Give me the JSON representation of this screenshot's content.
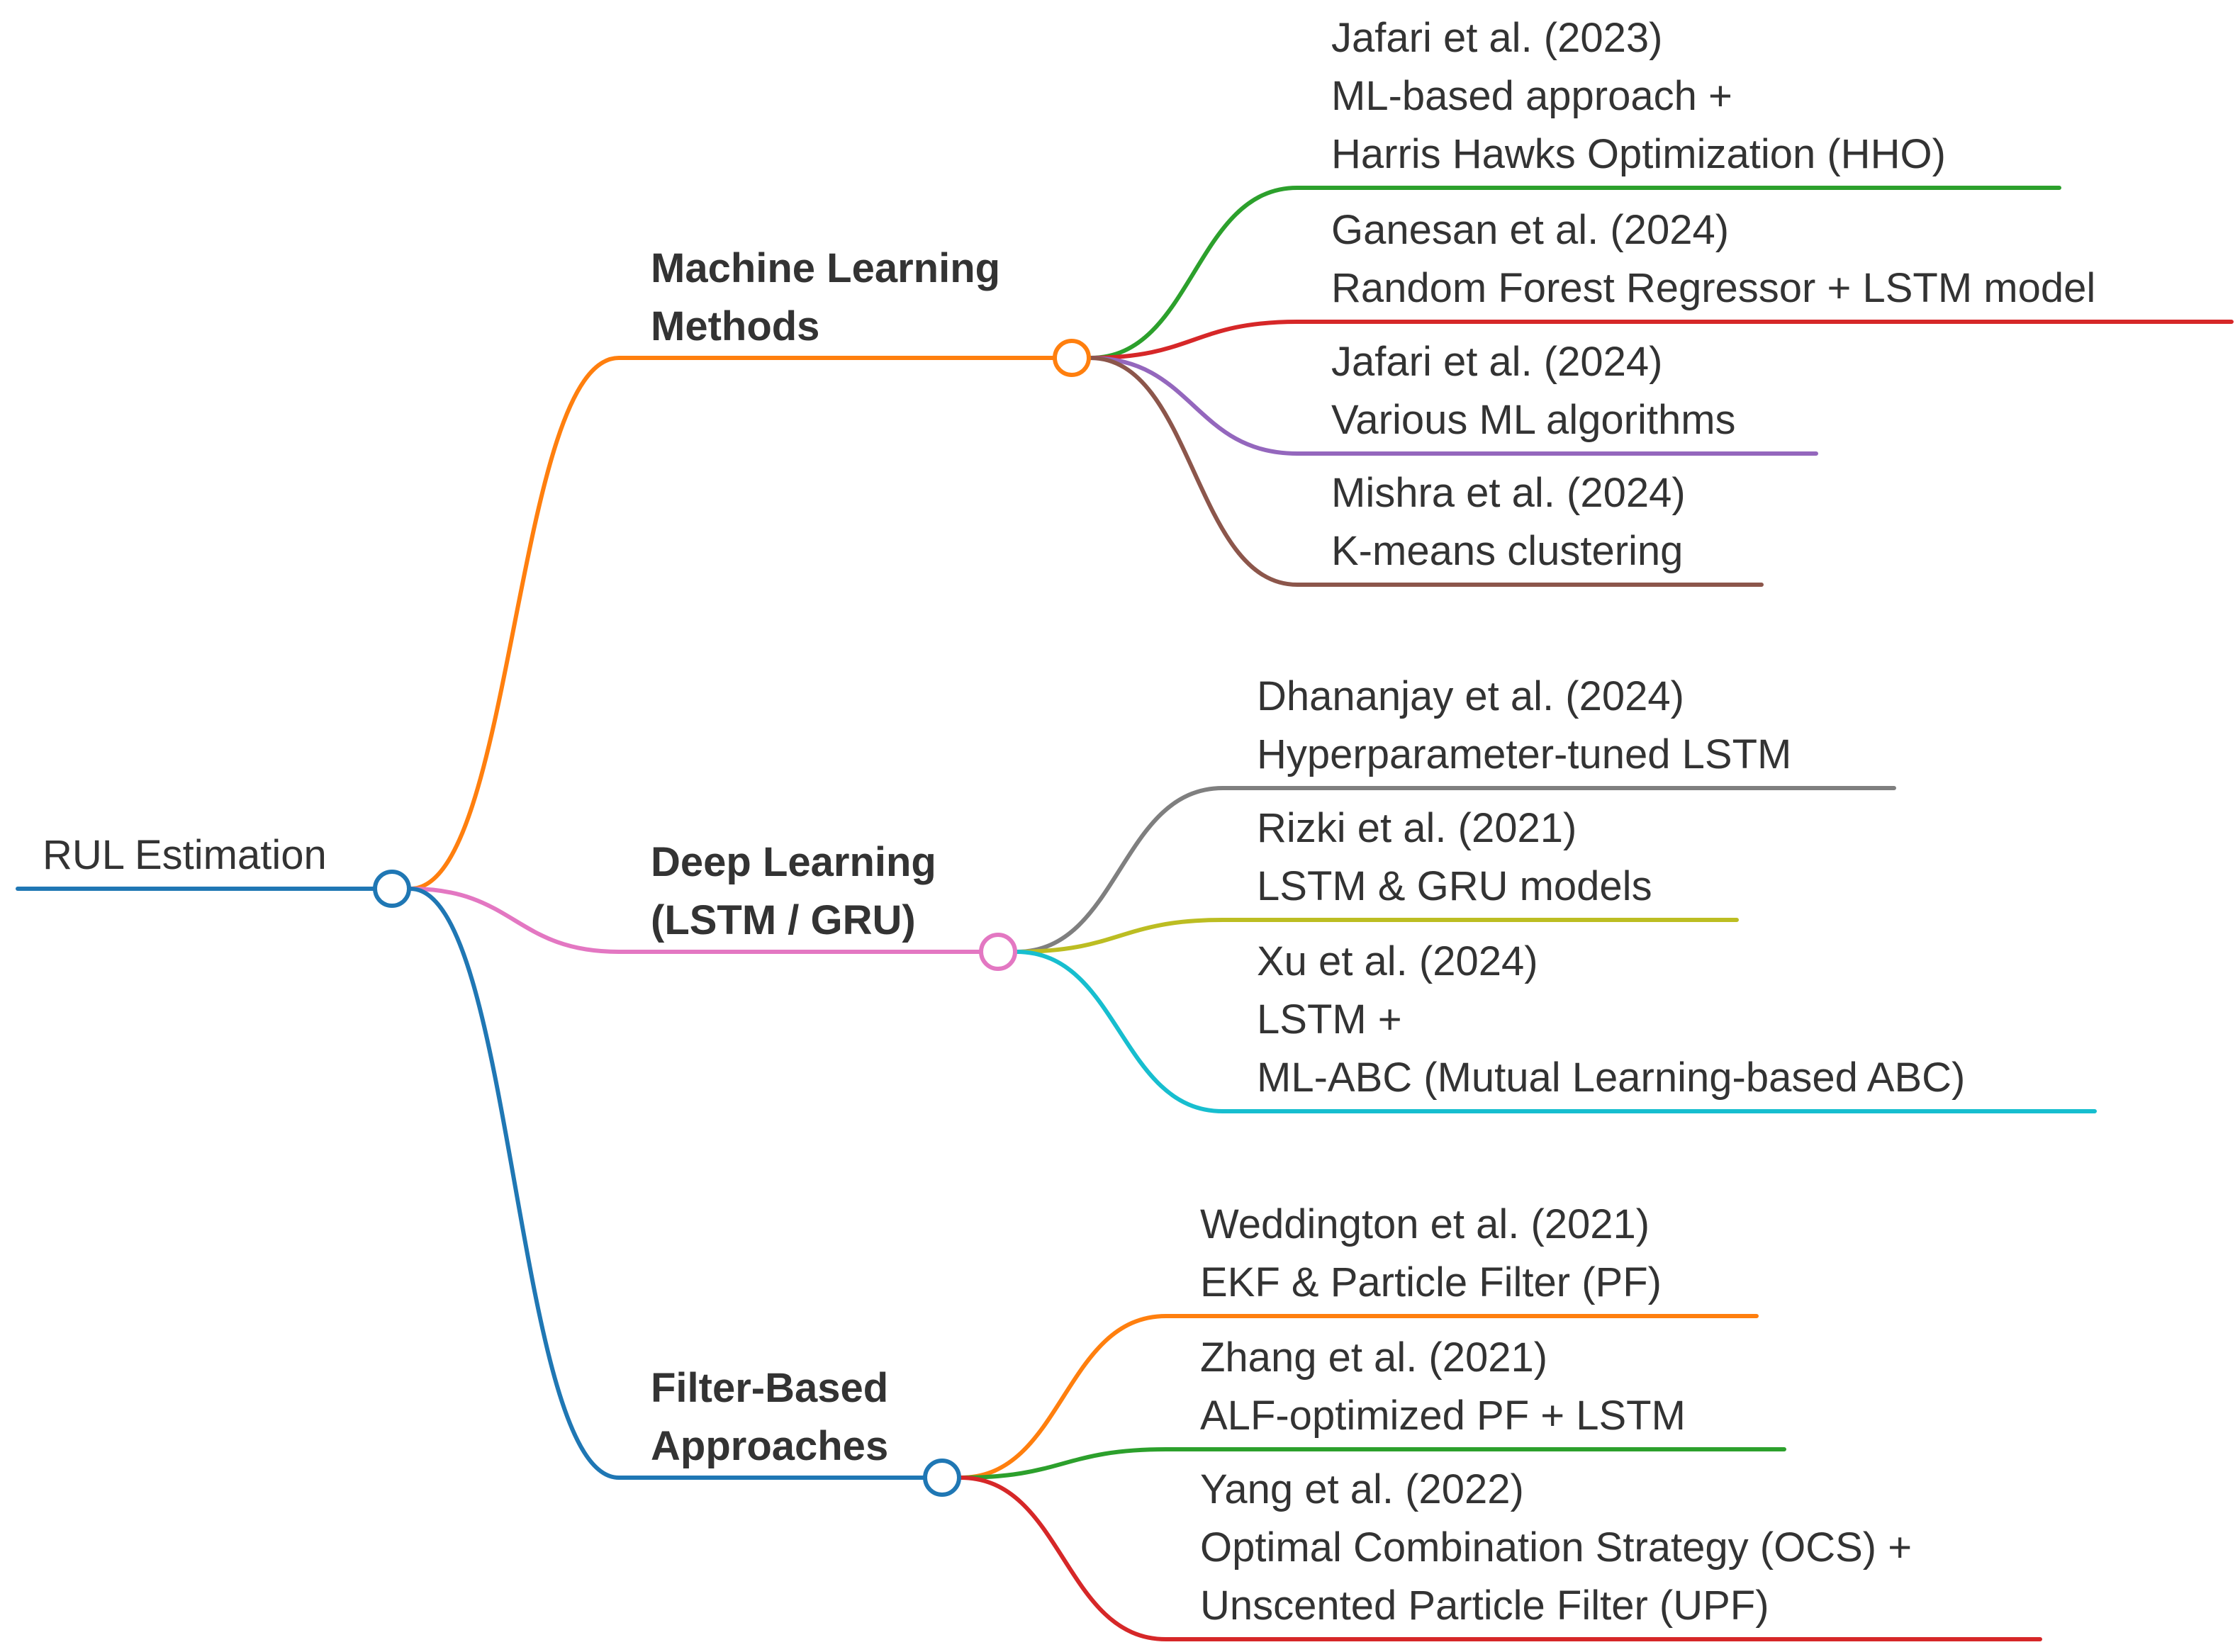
{
  "colors": {
    "root": "#1f77b4",
    "ml": "#ff7f0e",
    "dl": "#e377c2",
    "filter": "#1f77b4",
    "green": "#2ca02c",
    "red": "#d62728",
    "purple": "#9467bd",
    "brown": "#8c564b",
    "gray": "#7f7f7f",
    "olive": "#bcbd22",
    "cyan": "#17becf",
    "orange": "#ff7f0e"
  },
  "root": {
    "label": "RUL Estimation"
  },
  "branches": [
    {
      "id": "ml",
      "color_key": "ml",
      "label_lines": [
        "Machine Learning",
        "Methods"
      ],
      "children": [
        {
          "color_key": "green",
          "lines": [
            "Jafari et al. (2023)",
            "ML-based approach +",
            "Harris Hawks Optimization (HHO)"
          ]
        },
        {
          "color_key": "red",
          "lines": [
            "Ganesan et al. (2024)",
            "Random Forest Regressor + LSTM model"
          ]
        },
        {
          "color_key": "purple",
          "lines": [
            "Jafari et al. (2024)",
            "Various ML algorithms"
          ]
        },
        {
          "color_key": "brown",
          "lines": [
            "Mishra et al. (2024)",
            "K-means clustering"
          ]
        }
      ]
    },
    {
      "id": "dl",
      "color_key": "dl",
      "label_lines": [
        "Deep Learning",
        "(LSTM / GRU)"
      ],
      "children": [
        {
          "color_key": "gray",
          "lines": [
            "Dhananjay et al. (2024)",
            "Hyperparameter-tuned LSTM"
          ]
        },
        {
          "color_key": "olive",
          "lines": [
            "Rizki et al. (2021)",
            "LSTM & GRU models"
          ]
        },
        {
          "color_key": "cyan",
          "lines": [
            "Xu et al. (2024)",
            "LSTM +",
            "ML-ABC (Mutual Learning-based ABC)"
          ]
        }
      ]
    },
    {
      "id": "filter",
      "color_key": "filter",
      "label_lines": [
        "Filter-Based",
        "Approaches"
      ],
      "children": [
        {
          "color_key": "orange",
          "lines": [
            "Weddington et al. (2021)",
            "EKF & Particle Filter (PF)"
          ]
        },
        {
          "color_key": "green",
          "lines": [
            "Zhang et al. (2021)",
            "ALF-optimized PF + LSTM"
          ]
        },
        {
          "color_key": "red",
          "lines": [
            "Yang et al. (2022)",
            "Optimal Combination Strategy (OCS) +",
            "Unscented Particle Filter (UPF)"
          ]
        }
      ]
    }
  ]
}
